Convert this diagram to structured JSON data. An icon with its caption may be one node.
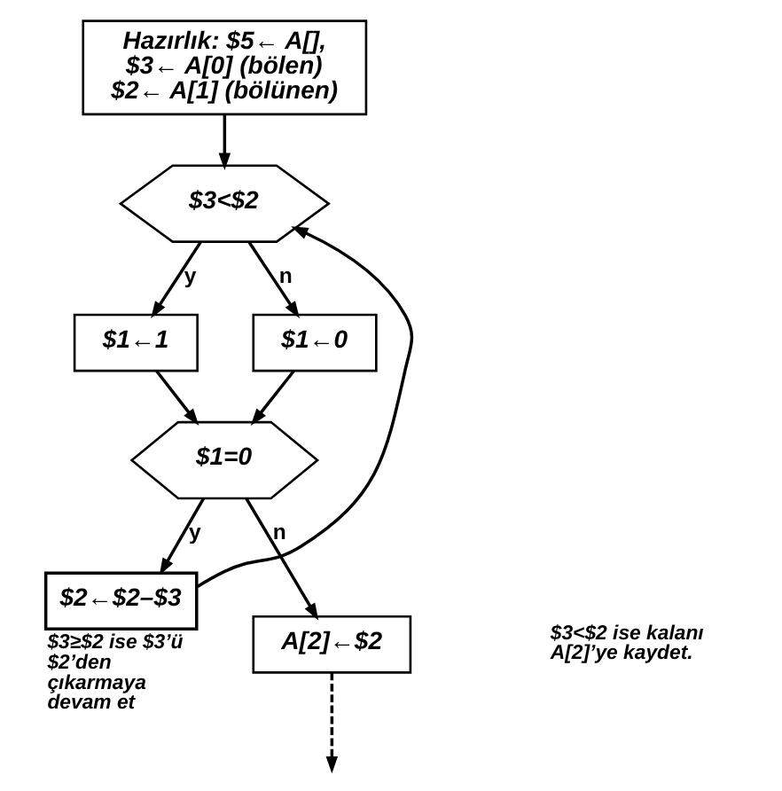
{
  "diagram": {
    "nodes": [
      {
        "text": [
          "Hazırlık: $5← A[], $3← A[0] (bölen) $2← A[1] (bölünen)"
        ]
      },
      {
        "text": [
          "$3<$2"
        ]
      },
      {
        "text": [
          "$1←1"
        ]
      },
      {
        "text": [
          "$1←0"
        ]
      },
      {
        "text": [
          "$1=0"
        ]
      },
      {
        "text": [
          "$2←$2–$3"
        ],
        "beside": [
          "$3≥$2 ise $3’ü $2’den çıkarmaya devam et"
        ]
      },
      {
        "text": [
          "A[2]←$2"
        ]
      }
    ],
    "edges": [
      {
        "from": 0,
        "to": 1,
        "arrow": "to"
      },
      {
        "from": 1,
        "to": 2,
        "arrow": "to",
        "label": "y"
      },
      {
        "from": 1,
        "to": 3,
        "arrow": "to",
        "label": "n"
      },
      {
        "from": 2,
        "to": 4,
        "arrow": "to"
      },
      {
        "from": 3,
        "to": 4,
        "arrow": "to"
      },
      {
        "from": 4,
        "to": 5,
        "arrow": "to",
        "label": "y"
      },
      {
        "from": 5,
        "to": 1,
        "arrow": "to"
      },
      {
        "from": 4,
        "to": 6,
        "arrow": "to",
        "label": "n"
      },
      {
        "from": 6,
        "to": null,
        "arrow": "to",
        "style": "dashed"
      }
    ],
    "labels": [
      "$3<$2 ise kalanı A[2]’ye kaydet."
    ]
  }
}
